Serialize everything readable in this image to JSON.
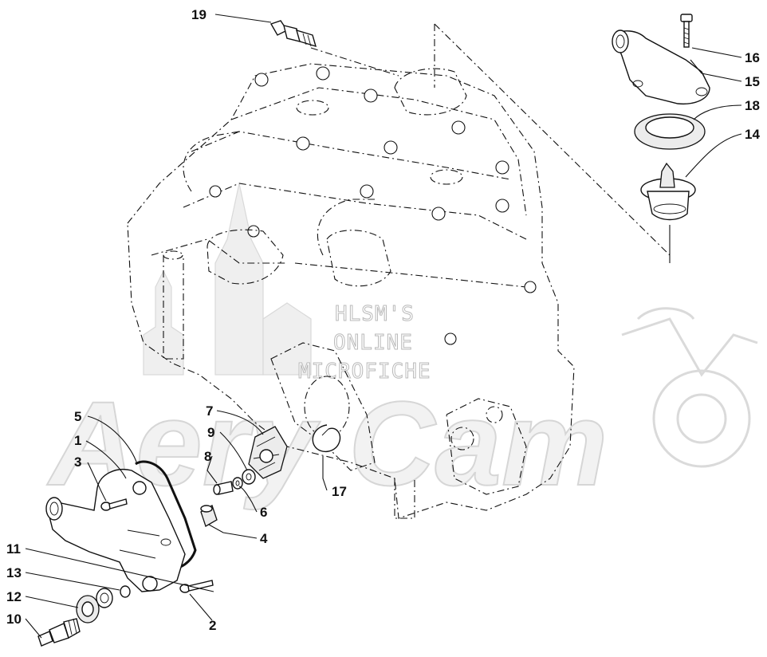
{
  "watermark": {
    "line1": "HLSM'S",
    "line2": "ONLINE",
    "line3": "MICROFICHE",
    "brand": "Aery Cam"
  },
  "callouts": [
    {
      "id": "c19",
      "label": "19"
    },
    {
      "id": "c16",
      "label": "16"
    },
    {
      "id": "c15",
      "label": "15"
    },
    {
      "id": "c18",
      "label": "18"
    },
    {
      "id": "c14",
      "label": "14"
    },
    {
      "id": "c7",
      "label": "7"
    },
    {
      "id": "c9",
      "label": "9"
    },
    {
      "id": "c8",
      "label": "8"
    },
    {
      "id": "c6",
      "label": "6"
    },
    {
      "id": "c4",
      "label": "4"
    },
    {
      "id": "c17",
      "label": "17"
    },
    {
      "id": "c5",
      "label": "5"
    },
    {
      "id": "c1",
      "label": "1"
    },
    {
      "id": "c3",
      "label": "3"
    },
    {
      "id": "c11",
      "label": "11"
    },
    {
      "id": "c13",
      "label": "13"
    },
    {
      "id": "c12",
      "label": "12"
    },
    {
      "id": "c10",
      "label": "10"
    },
    {
      "id": "c2",
      "label": "2"
    }
  ]
}
